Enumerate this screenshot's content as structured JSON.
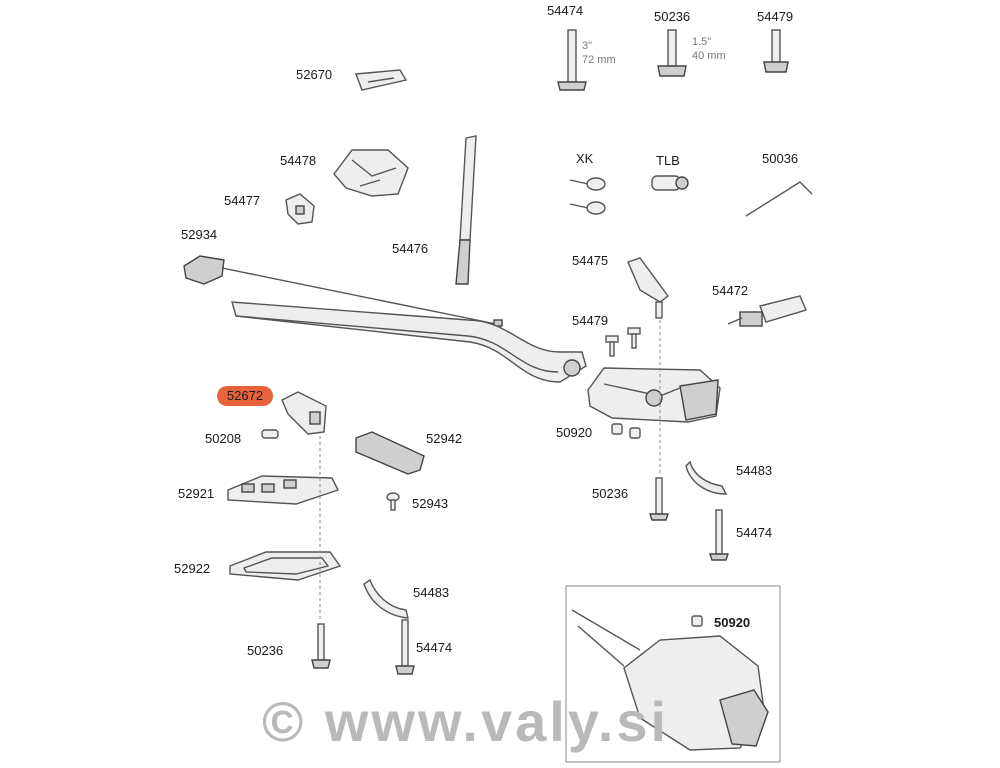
{
  "labels": {
    "p54474a": "54474",
    "p50236a": "50236",
    "p54479a": "54479",
    "p52670": "52670",
    "p54478": "54478",
    "p54477": "54477",
    "p52934": "52934",
    "p54476": "54476",
    "xk": "XK",
    "tlb": "TLB",
    "p50036": "50036",
    "p54475": "54475",
    "p54472": "54472",
    "p54479b": "54479",
    "p52672": "52672",
    "p50208": "50208",
    "p52942": "52942",
    "p50920a": "50920",
    "p54483a": "54483",
    "p52921": "52921",
    "p52943": "52943",
    "p50236b": "50236",
    "p54474b": "54474",
    "p52922": "52922",
    "p54483b": "54483",
    "p54474c": "54474",
    "p50236c": "50236",
    "p50920b": "50920"
  },
  "dimensions": {
    "bolt_long_in": "3\"",
    "bolt_long_mm": "72 mm",
    "bolt_short_in": "1.5\"",
    "bolt_short_mm": "40 mm"
  },
  "highlight_color": "#e8633a",
  "watermark": "© www.valy.si"
}
